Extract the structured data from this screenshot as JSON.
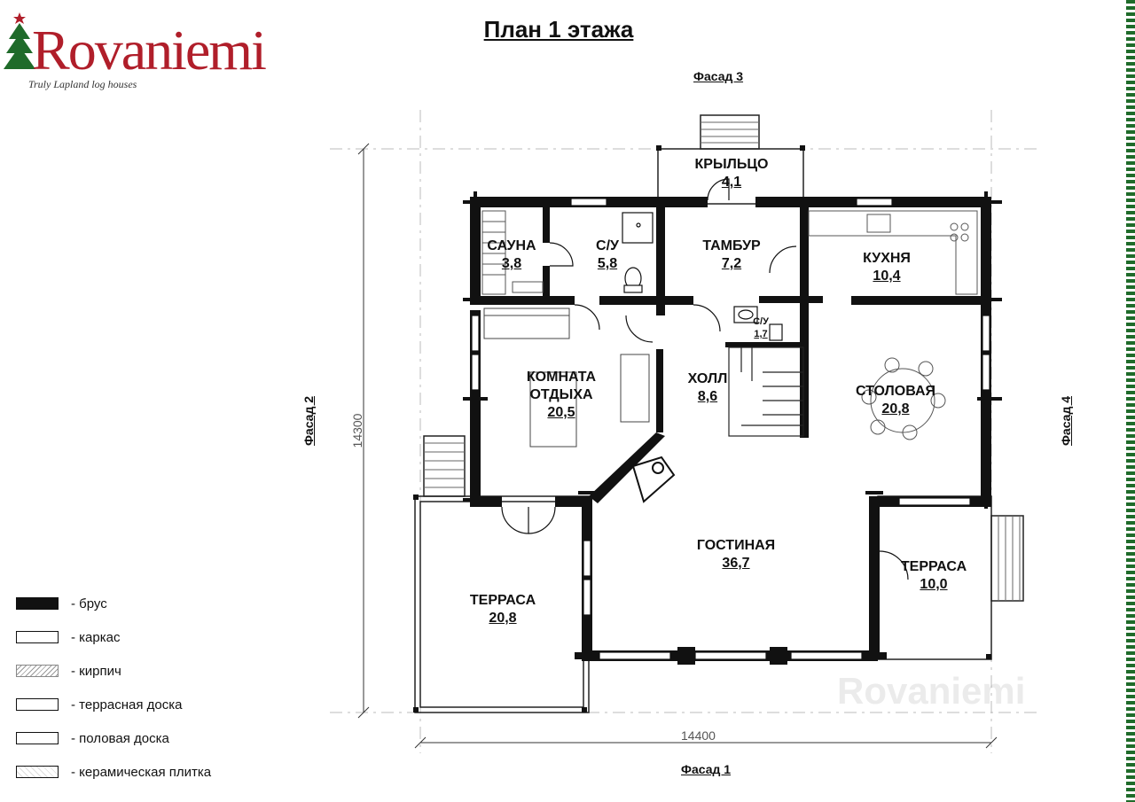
{
  "logo": {
    "wordmark": "Rovaniemi",
    "tagline": "Truly Lapland log houses"
  },
  "title": "План 1 этажа",
  "facades": {
    "top": "Фасад 3",
    "left": "Фасад 2",
    "right": "Фасад 4",
    "bottom": "Фасад 1"
  },
  "dimensions": {
    "width": "14400",
    "height": "14300"
  },
  "rooms": [
    {
      "name": "САУНА",
      "area": "3,8"
    },
    {
      "name": "С/У",
      "area": "5,8"
    },
    {
      "name": "КРЫЛЬЦО",
      "area": "4,1"
    },
    {
      "name": "ТАМБУР",
      "area": "7,2"
    },
    {
      "name": "КУХНЯ",
      "area": "10,4"
    },
    {
      "name": "С/У",
      "area": "1,7"
    },
    {
      "name": "КОМНАТА ОТДЫХА",
      "area": "20,5"
    },
    {
      "name": "ХОЛЛ",
      "area": "8,6"
    },
    {
      "name": "СТОЛОВАЯ",
      "area": "20,8"
    },
    {
      "name": "ГОСТИНАЯ",
      "area": "36,7"
    },
    {
      "name": "ТЕРРАСА",
      "area": "20,8"
    },
    {
      "name": "ТЕРРАСА",
      "area": "10,0"
    }
  ],
  "legend": [
    {
      "label": "- брус",
      "swatch": "bar"
    },
    {
      "label": "- каркас",
      "swatch": "frame"
    },
    {
      "label": "- кирпич",
      "swatch": "brick"
    },
    {
      "label": "- террасная доска",
      "swatch": "deck"
    },
    {
      "label": "- половая доска",
      "swatch": "floor"
    },
    {
      "label": "- керамическая плитка",
      "swatch": "tile"
    }
  ],
  "watermark": "Rovaniemi",
  "colors": {
    "logo_red": "#b01e2a",
    "tree_green": "#1f6b2a",
    "wall": "#111111"
  }
}
